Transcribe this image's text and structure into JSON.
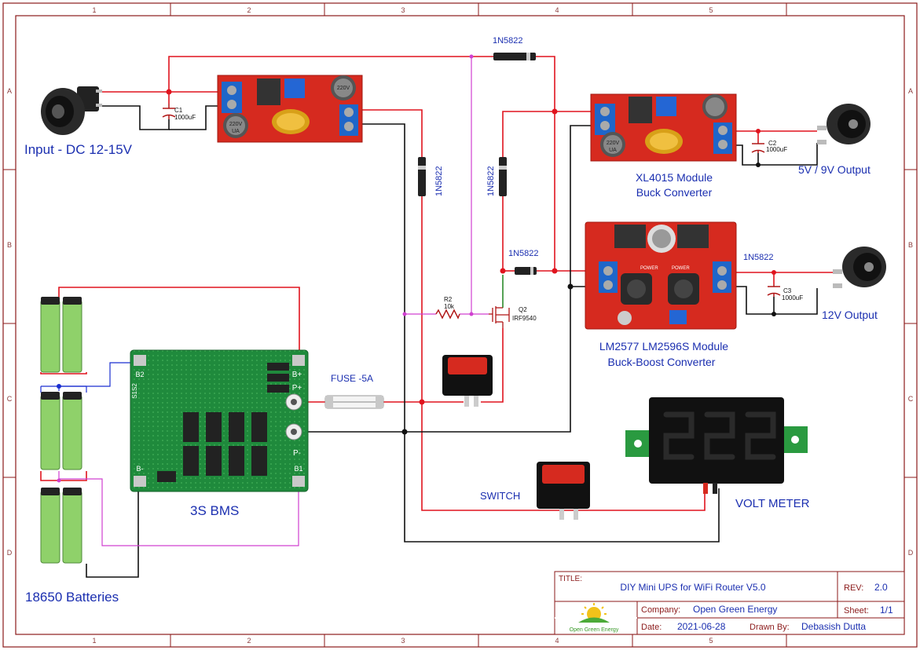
{
  "frame": {
    "cols": [
      "1",
      "2",
      "3",
      "4",
      "5"
    ],
    "rows": [
      "A",
      "B",
      "C",
      "D"
    ]
  },
  "labels": {
    "input": "Input - DC 12-15V",
    "batteries": "18650 Batteries",
    "bms": "3S BMS",
    "fuse": "FUSE -5A",
    "switch": "SWITCH",
    "voltmeter": "VOLT METER",
    "xl4015_line1": "XL4015 Module",
    "xl4015_line2": "Buck Converter",
    "lm_line1": "LM2577 LM2596S Module",
    "lm_line2": "Buck-Boost Converter",
    "out_5v9v": "5V / 9V Output",
    "out_12v": "12V Output"
  },
  "components": {
    "diode": "1N5822",
    "c1_name": "C1",
    "c1_value": "1000uF",
    "c2_name": "C2",
    "c2_value": "1000uF",
    "c3_name": "C3",
    "c3_value": "1000uF",
    "r2_name": "R2",
    "r2_value": "10k",
    "q2_name": "Q2",
    "q2_value": "IRF9540"
  },
  "bms_board": {
    "b2": "B2",
    "b_plus": "B+",
    "p_plus": "P+",
    "p_minus": "P-",
    "b_minus": "B-",
    "b1": "B1",
    "side": "S1S2"
  },
  "xl_board": {
    "cap_text1": "220V",
    "cap_text2": "UA"
  },
  "lm_board": {
    "pwr": "POWER"
  },
  "title_block": {
    "title_label": "TITLE:",
    "title": "DIY Mini UPS for WiFi Router V5.0",
    "rev_label": "REV:",
    "rev": "2.0",
    "company_label": "Company:",
    "company": "Open Green Energy",
    "sheet_label": "Sheet:",
    "sheet": "1/1",
    "date_label": "Date:",
    "date": "2021-06-28",
    "drawn_label": "Drawn By:",
    "drawn_by": "Debasish Dutta",
    "logo_text": "Open Green Energy"
  },
  "colors": {
    "frame": "#8b1a1a",
    "wire_positive": "#e0141e",
    "wire_negative": "#111111",
    "wire_gate": "#d040d0",
    "wire_bms": "#1a2fd0",
    "label": "#1b2fb0",
    "board_red": "#d62a1f",
    "board_green": "#1f8a3c",
    "battery_green": "#8fd16a"
  }
}
